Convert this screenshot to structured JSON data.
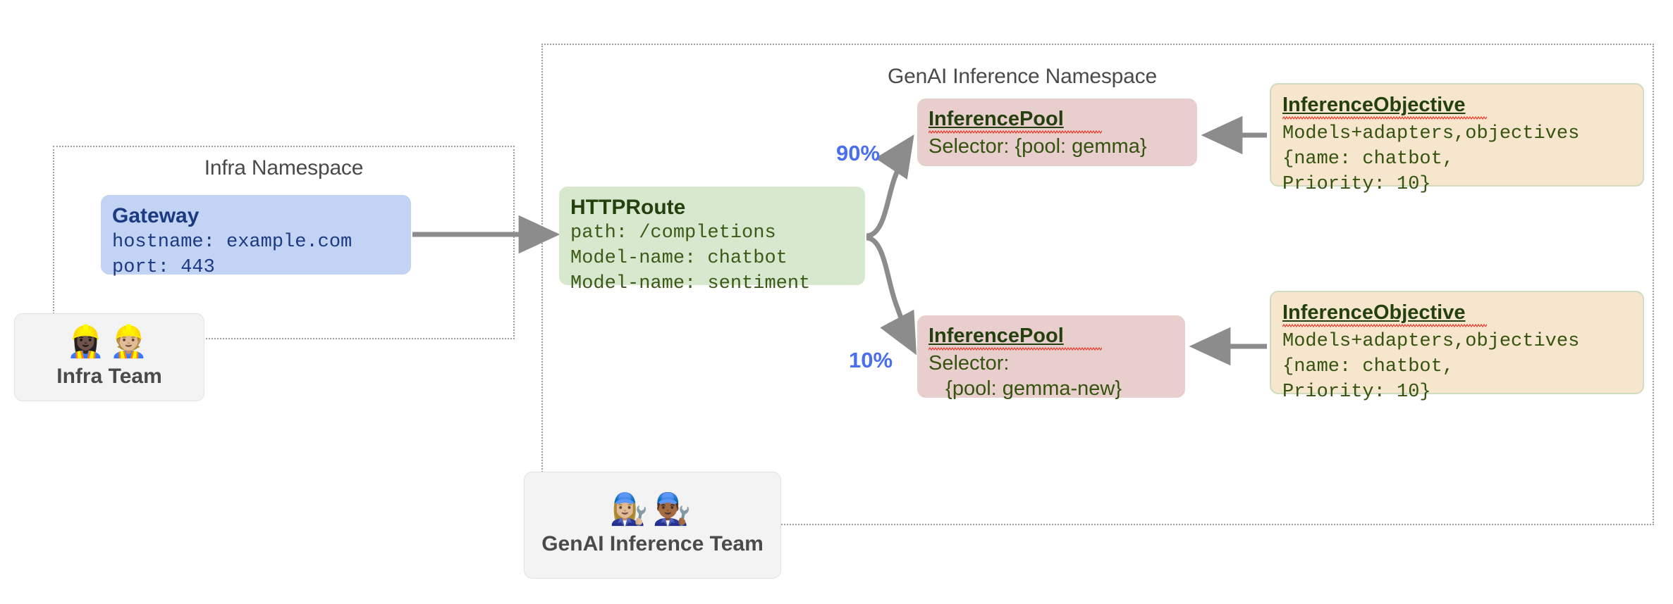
{
  "diagram": {
    "title": "Gateway API Inference Extension topology",
    "colors": {
      "gateway_bg": "#c3d3f3",
      "gateway_text": "#1c3a82",
      "httproute_bg": "#d8e8ce",
      "inferencepool_bg": "#e8cfcd",
      "inferenceobjective_bg": "#f5e6cd",
      "resource_text": "#35530f",
      "percentage_text": "#4a6ef0",
      "namespace_border": "#9e9e9e",
      "team_card_bg": "#f3f3f3",
      "arrow": "#8c8c8c"
    }
  },
  "namespaces": {
    "infra": {
      "label": "Infra Namespace"
    },
    "genai": {
      "label": "GenAI Inference Namespace"
    }
  },
  "resources": {
    "gateway": {
      "title": "Gateway",
      "lines": [
        "hostname: example.com",
        "port: 443"
      ]
    },
    "httproute": {
      "title": "HTTPRoute",
      "lines": [
        "path: /completions",
        "Model-name: chatbot",
        "Model-name: sentiment"
      ]
    },
    "pool_gemma": {
      "title": "InferencePool",
      "lines": [
        "Selector: {pool: gemma}"
      ]
    },
    "pool_gemma_new": {
      "title": "InferencePool",
      "lines": [
        "Selector:",
        "   {pool: gemma-new}"
      ]
    },
    "objective_1": {
      "title": "InferenceObjective",
      "lines": [
        "Models+adapters,objectives",
        "{name: chatbot,",
        "Priority: 10}"
      ]
    },
    "objective_2": {
      "title": "InferenceObjective",
      "lines": [
        "Models+adapters,objectives",
        "{name: chatbot,",
        "Priority: 10}"
      ]
    }
  },
  "traffic_split": {
    "primary": "90%",
    "canary": "10%"
  },
  "teams": {
    "infra": {
      "label": "Infra Team",
      "emojis": "👷🏿‍♀️👷🏼"
    },
    "genai": {
      "label": "GenAI Inference Team",
      "emojis": "👩🏼‍🔧👨🏾‍🔧"
    }
  }
}
